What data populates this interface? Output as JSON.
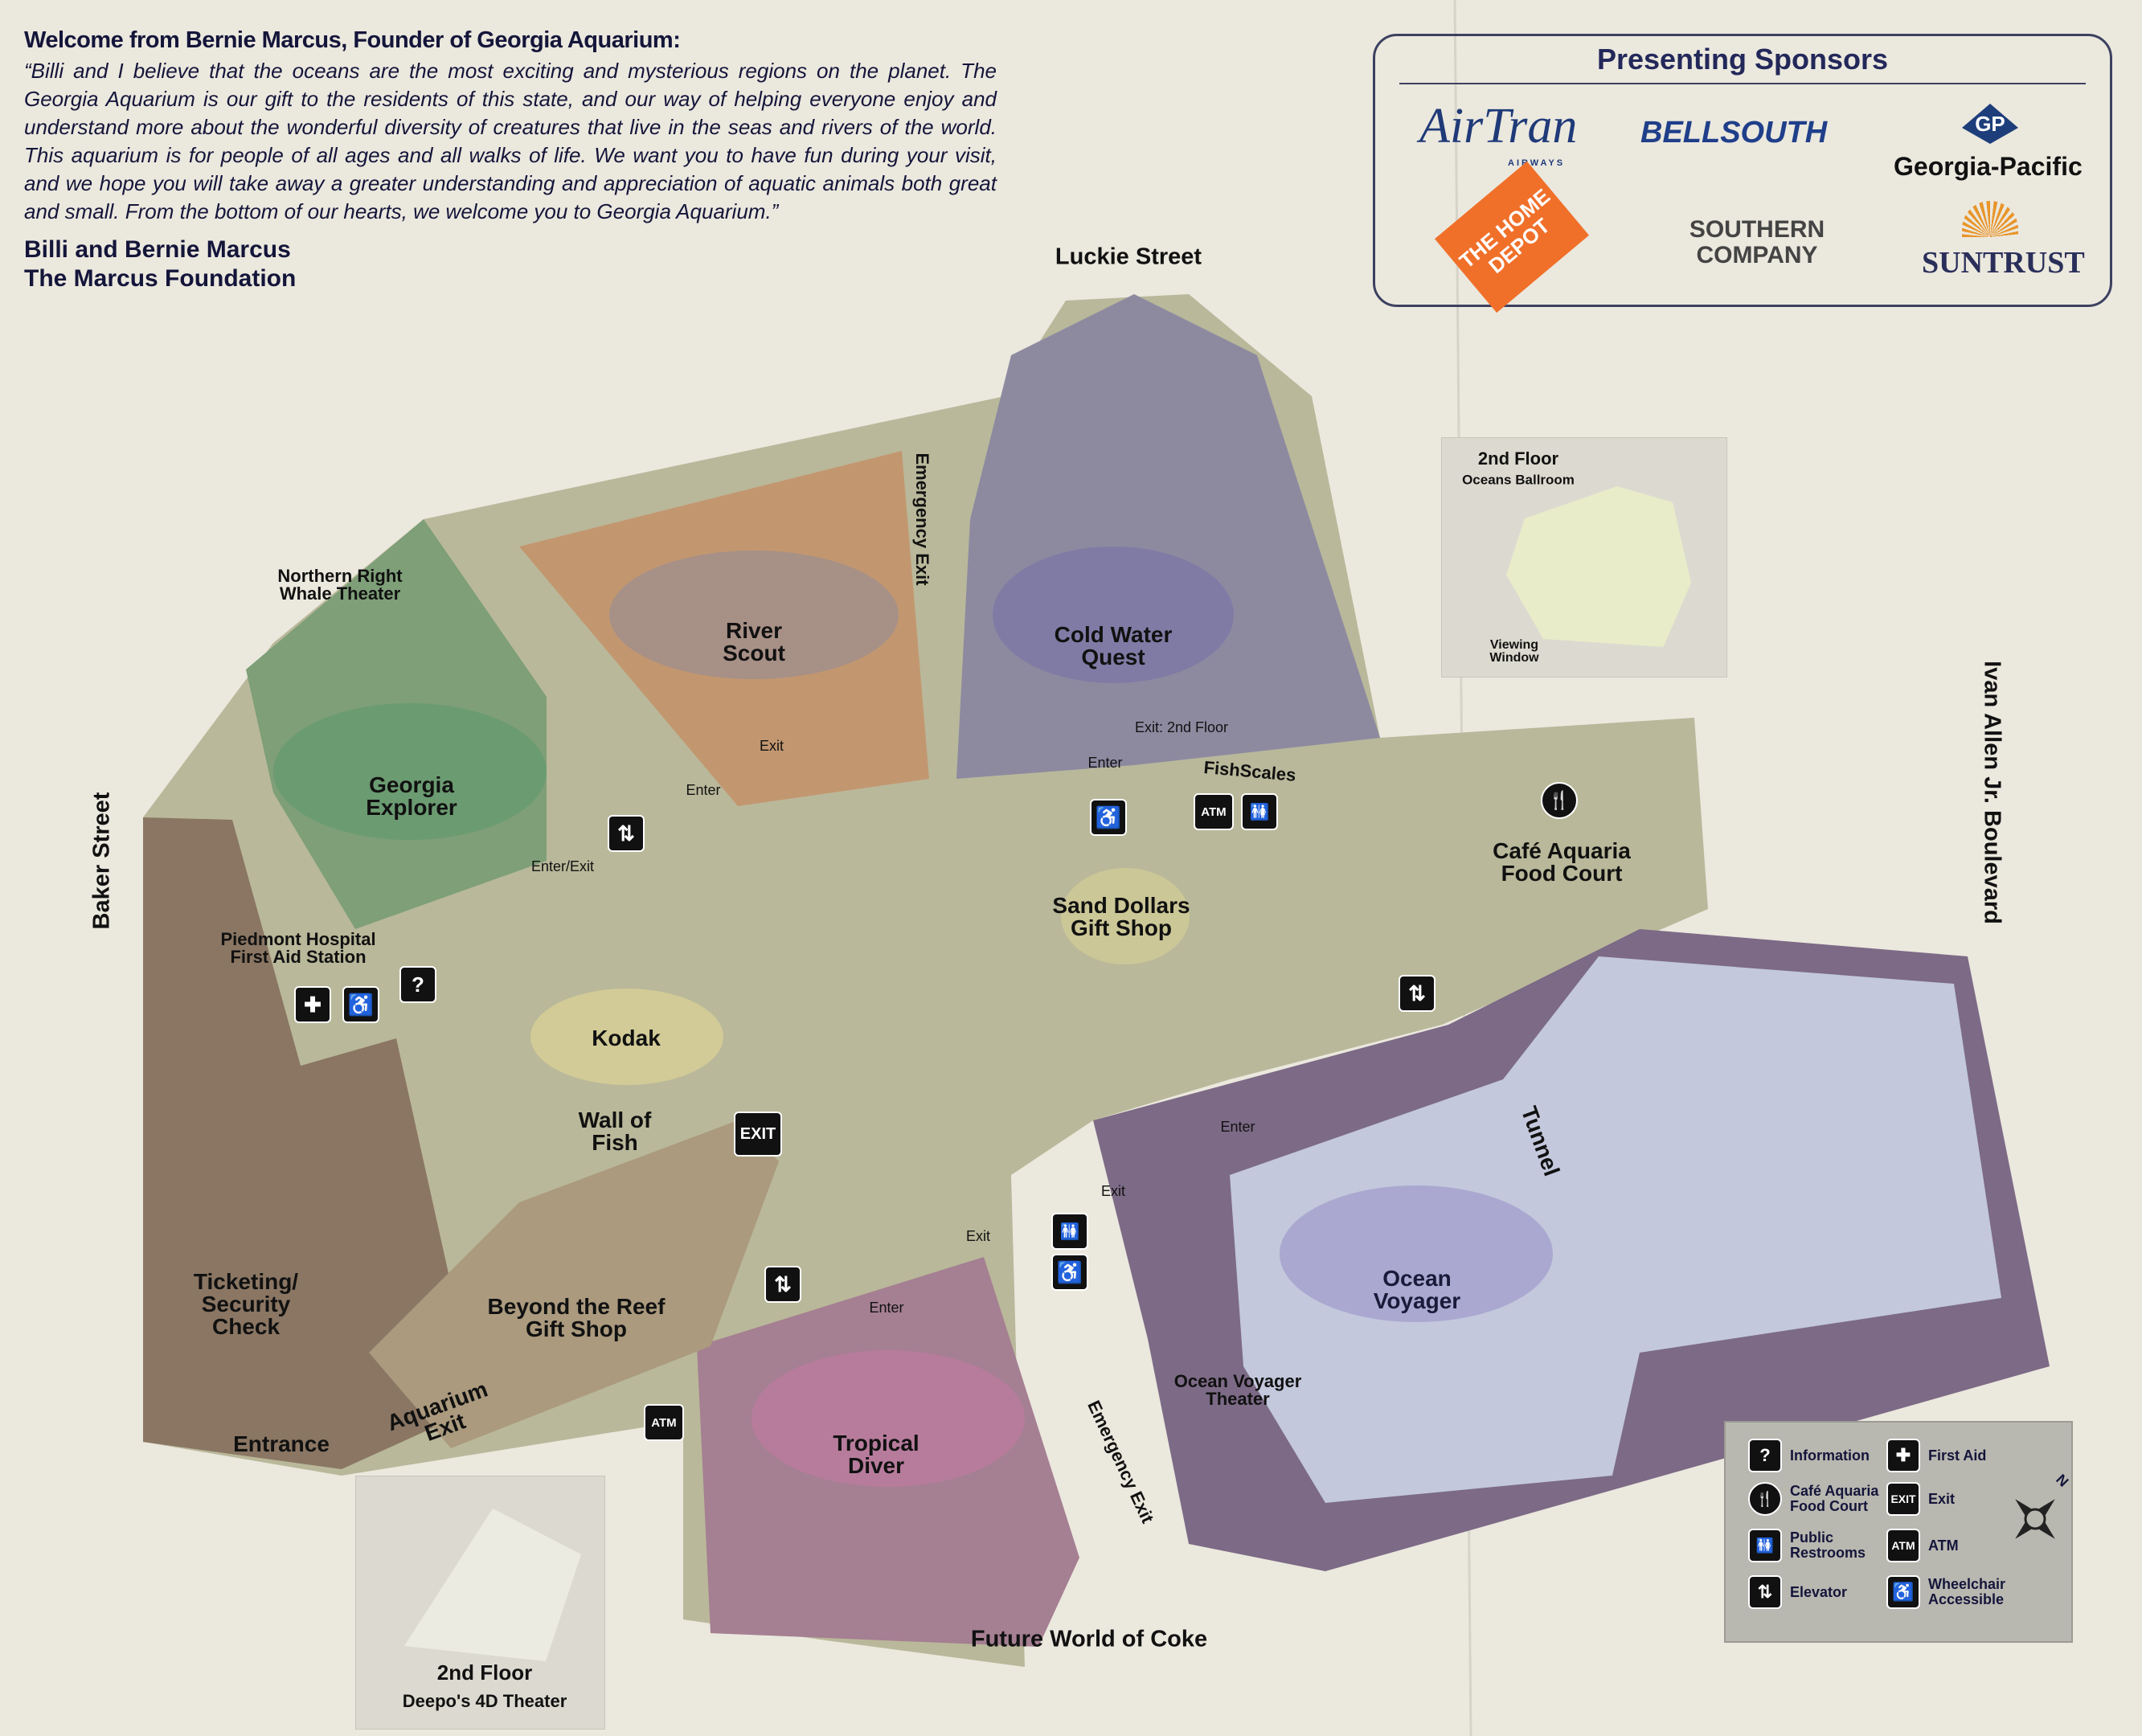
{
  "welcome": {
    "heading": "Welcome from Bernie Marcus, Founder of Georgia Aquarium:",
    "quote": "“Billi and I believe that the oceans are the most exciting and mysterious regions on the planet. The Georgia Aquarium is our gift to the residents of this state, and our way of helping everyone enjoy and understand more about the wonderful diversity of creatures that live in the seas and rivers of the world. This aquarium is for people of all ages and all walks of life. We want you to have fun during your visit, and we hope you will take away a greater understanding and appreciation of aquatic animals both great and small. From the bottom of our hearts, we welcome you to Georgia Aquarium.”",
    "signature_1": "Billi and Bernie Marcus",
    "signature_2": "The Marcus Foundation"
  },
  "sponsors": {
    "title": "Presenting Sponsors",
    "logos": [
      "AirTran",
      "AIRWAYS",
      "BELLSOUTH",
      "GP",
      "Georgia-Pacific",
      "THE HOME DEPOT",
      "SOUTHERN COMPANY",
      "SUNTRUST"
    ],
    "colors": {
      "airtran": "#1f3a78",
      "bellsouth": "#1f3f8a",
      "gp": "#1d3e7a",
      "homedepot": "#f0702a",
      "southern": "#444444",
      "southern_accent": "#d0302a",
      "suntrust": "#2a2f5a",
      "suntrust_accent": "#e8952a"
    }
  },
  "streets": {
    "north": "Luckie Street",
    "west": "Baker Street",
    "east": "Ivan Allen Jr. Boulevard",
    "south": "Future World of Coke"
  },
  "areas": {
    "whale_theater": "Northern Right Whale Theater",
    "georgia_explorer": "Georgia Explorer",
    "river_scout": "River Scout",
    "cold_water_quest": "Cold Water Quest",
    "fishscales": "FishScales",
    "cafe": "Café Aquaria Food Court",
    "sand_dollars": "Sand Dollars Gift Shop",
    "first_aid_station": "Piedmont Hospital First Aid Station",
    "kodak": "Kodak",
    "wall_of_fish": "Wall of Fish",
    "tunnel": "Tunnel",
    "ocean_voyager": "Ocean Voyager",
    "ticketing": "Ticketing/ Security Check",
    "beyond_reef": "Beyond the Reef Gift Shop",
    "ocean_voyager_theater": "Ocean Voyager Theater",
    "tropical_diver": "Tropical Diver",
    "entrance": "Entrance",
    "aquarium_exit": "Aquarium Exit",
    "emergency_exit": "Emergency Exit"
  },
  "markers": {
    "enter": "Enter",
    "exit": "Exit",
    "enter_exit": "Enter/Exit",
    "exit_2nd_floor": "Exit: 2nd Floor"
  },
  "insets": {
    "ballroom_title": "2nd Floor",
    "ballroom_sub": "Oceans Ballroom",
    "viewing_window": "Viewing Window",
    "theater_title": "2nd Floor",
    "theater_sub": "Deepo's 4D Theater"
  },
  "icons": {
    "info": "?",
    "first_aid": "✚",
    "exit": "EXIT",
    "atm": "ATM",
    "elevator": "⇅",
    "wheelchair": "♿",
    "restroom": "🚻",
    "cafe": "🍴"
  },
  "legend": {
    "items": [
      {
        "icon": "information-icon",
        "label": "Information"
      },
      {
        "icon": "first-aid-icon",
        "label": "First Aid"
      },
      {
        "icon": "cafe-icon",
        "label": "Café Aquaria Food Court"
      },
      {
        "icon": "exit-icon",
        "label": "Exit"
      },
      {
        "icon": "restroom-icon",
        "label": "Public Restrooms"
      },
      {
        "icon": "atm-icon",
        "label": "ATM"
      },
      {
        "icon": "elevator-icon",
        "label": "Elevator"
      },
      {
        "icon": "wheelchair-icon",
        "label": "Wheelchair Accessible"
      }
    ],
    "compass_north": "N"
  }
}
